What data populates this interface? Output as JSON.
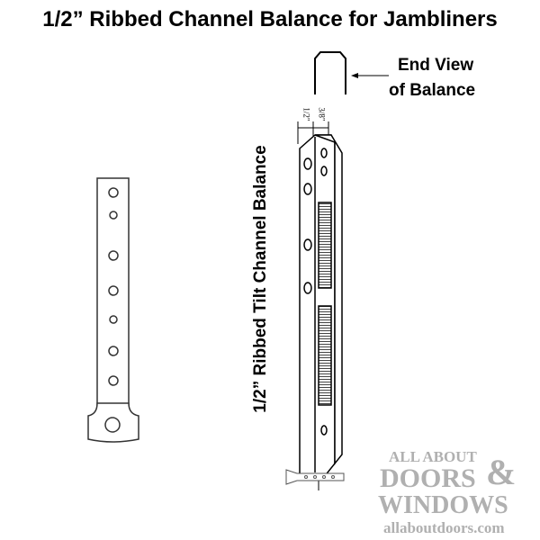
{
  "title": "1/2” Ribbed Channel Balance for Jambliners",
  "end_view_label": {
    "line1": "End View",
    "line2": "of Balance"
  },
  "side_label": "1/2” Ribbed Tilt Channel Balance",
  "dimensions": {
    "left": "1/2\"",
    "right": "3/8\""
  },
  "watermark": {
    "line1": "ALL ABOUT",
    "line2": "DOORS",
    "amp": "&",
    "line3": "WINDOWS",
    "url": "allaboutdoors.com"
  }
}
